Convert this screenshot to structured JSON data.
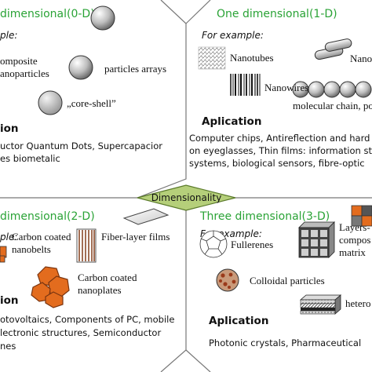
{
  "quadrants": {
    "zero_d": {
      "title": "dimensional(0-D)",
      "example_label": "ple:",
      "items": [
        "omposite",
        "anoparticles",
        "particles arrays",
        "„core-shell”"
      ],
      "section": "ion",
      "applications": [
        "uctor Quantum Dots, Supercapacior",
        "es biometalic"
      ]
    },
    "one_d": {
      "title": "One dimensional(1-D)",
      "example_label": "For example:",
      "items": [
        "Nanotubes",
        "Nanowires",
        "Nano",
        "molecular chain, po"
      ],
      "section": "Aplication",
      "applications": [
        "Computer chips, Antireflection and hard",
        "on eyeglasses, Thin films: information st",
        "systems, biological sensors, fibre-optic"
      ]
    },
    "two_d": {
      "title": "dimensional(2-D)",
      "example_label": "ple:",
      "items": [
        "Carbon coated",
        "nanobelts",
        "Fiber-layer films",
        "Carbon coated",
        "nanoplates"
      ],
      "section": "ion",
      "applications": [
        "otovoltaics, Components of PC, mobile",
        "lectronic structures, Semiconductor",
        "nes"
      ]
    },
    "three_d": {
      "title": "Three dimensional(3-D)",
      "example_label": "For example:",
      "items": [
        "Fullerenes",
        "Layers-",
        "compos",
        "matrix",
        "Colloidal particles",
        "hetero"
      ],
      "section": "Aplication",
      "applications": [
        "Photonic crystals, Pharmaceutical"
      ]
    }
  },
  "center_label": "Dimensionality",
  "colors": {
    "title_green": "#2aa336",
    "diamond_fill": "#b5cf7a",
    "nanobelt_orange": "#e36c1e",
    "fiber_brown": "#8b4a2a"
  }
}
